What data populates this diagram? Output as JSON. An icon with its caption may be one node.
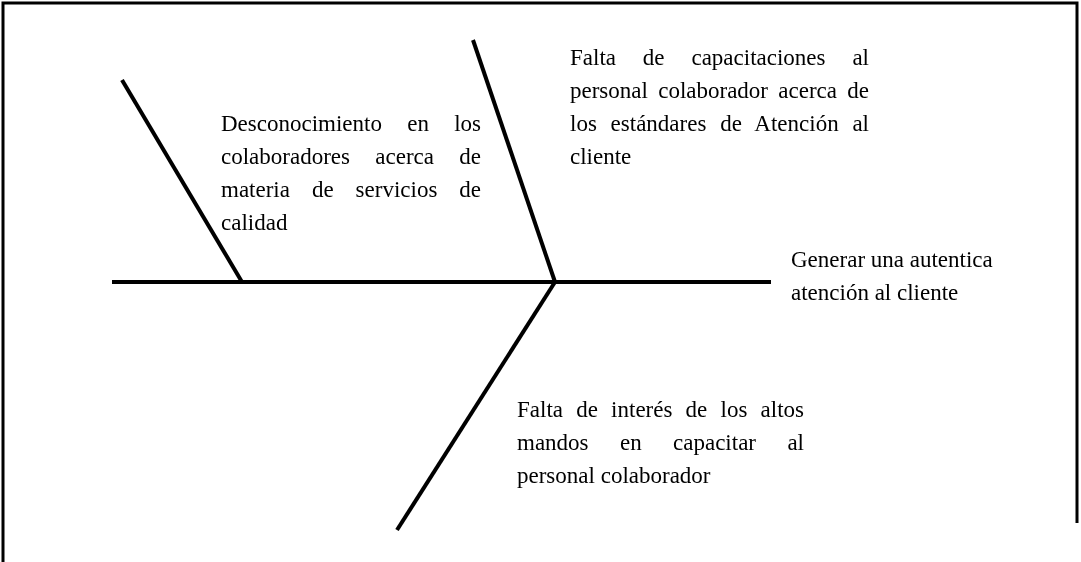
{
  "diagram": {
    "nodes": [
      {
        "text": [
          "Desconocimiento en los colaboradores acerca de materia de servicios de calidad"
        ]
      },
      {
        "text": [
          "Falta de capacitaciones al personal colaborador acerca de los estándares de Atención al cliente"
        ]
      },
      {
        "text": [
          "Falta de interés de los altos mandos en capacitar al personal colaborador"
        ]
      },
      {
        "text": [
          "Generar una autentica atención al cliente"
        ]
      }
    ],
    "edges": [
      {
        "from": null,
        "to": 3,
        "arrow": "none"
      }
    ]
  }
}
